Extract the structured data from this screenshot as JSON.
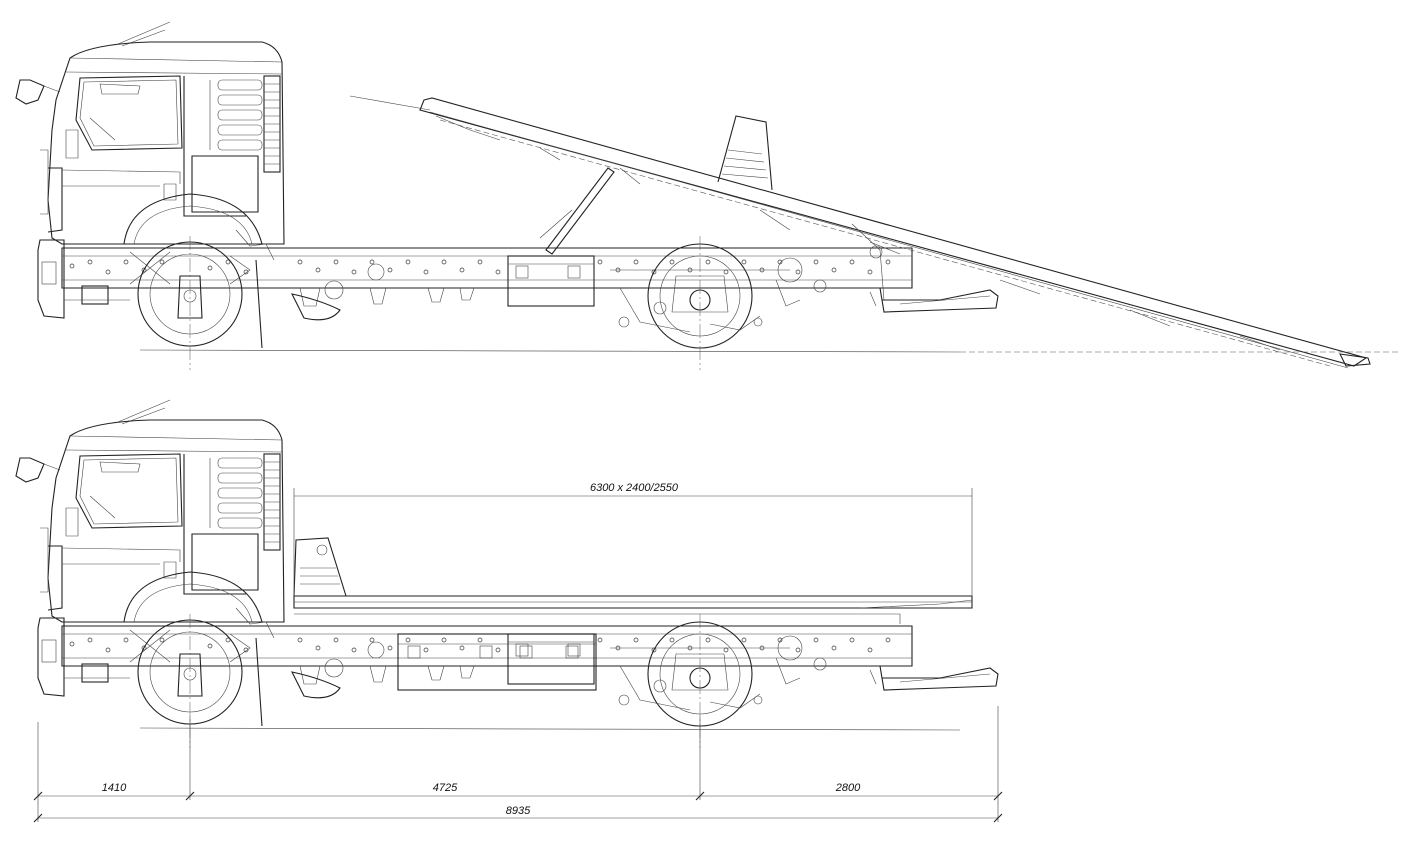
{
  "drawing": {
    "views": [
      "tilted-platform-view",
      "transport-position-view"
    ],
    "platform_dimension": "6300 x 2400/2550",
    "dimensions": {
      "front_overhang": "1410",
      "wheelbase": "4725",
      "rear_overhang": "2800",
      "overall_length": "8935"
    }
  }
}
